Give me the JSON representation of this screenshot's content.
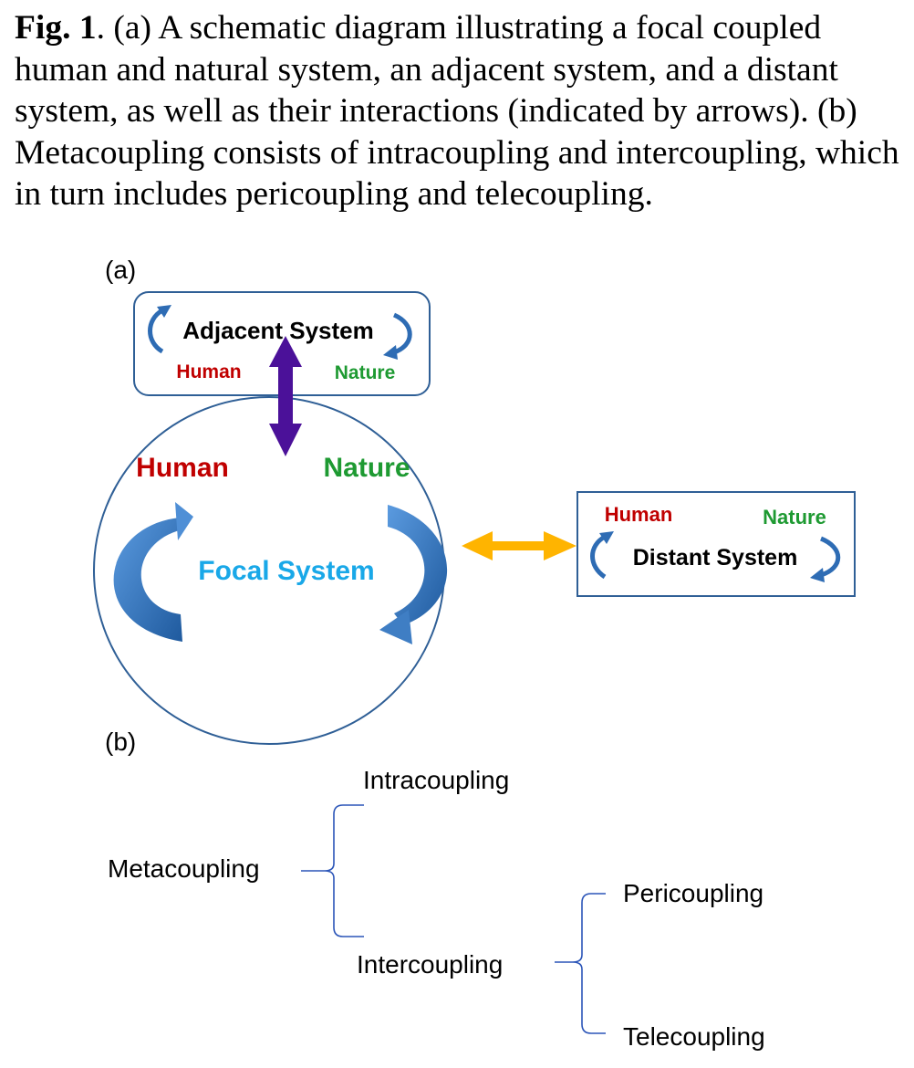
{
  "caption": {
    "label": "Fig. 1",
    "text": ". (a) A schematic diagram illustrating a focal coupled human and natural system, an adjacent system, and a distant system, as well as their interactions (indicated by arrows). (b) Metacoupling consists of intracoupling and intercoupling, which in turn includes pericoupling and telecoupling."
  },
  "panel_a": {
    "label": "(a)",
    "adjacent": {
      "title": "Adjacent System",
      "human": "Human",
      "nature": "Nature"
    },
    "focal": {
      "title": "Focal System",
      "human": "Human",
      "nature": "Nature"
    },
    "distant": {
      "title": "Distant System",
      "human": "Human",
      "nature": "Nature"
    }
  },
  "panel_b": {
    "label": "(b)",
    "root": "Metacoupling",
    "intracoupling": "Intracoupling",
    "intercoupling": "Intercoupling",
    "pericoupling": "Pericoupling",
    "telecoupling": "Telecoupling"
  },
  "colors": {
    "human": "#c00000",
    "nature": "#1e9a32",
    "focal_title": "#19a8e8",
    "box_stroke": "#2f5f96",
    "cycle_arrow": "#2e6cb4",
    "adjacent_link": "#4b1199",
    "distant_link": "#ffb400",
    "bracket": "#2b55b8"
  }
}
